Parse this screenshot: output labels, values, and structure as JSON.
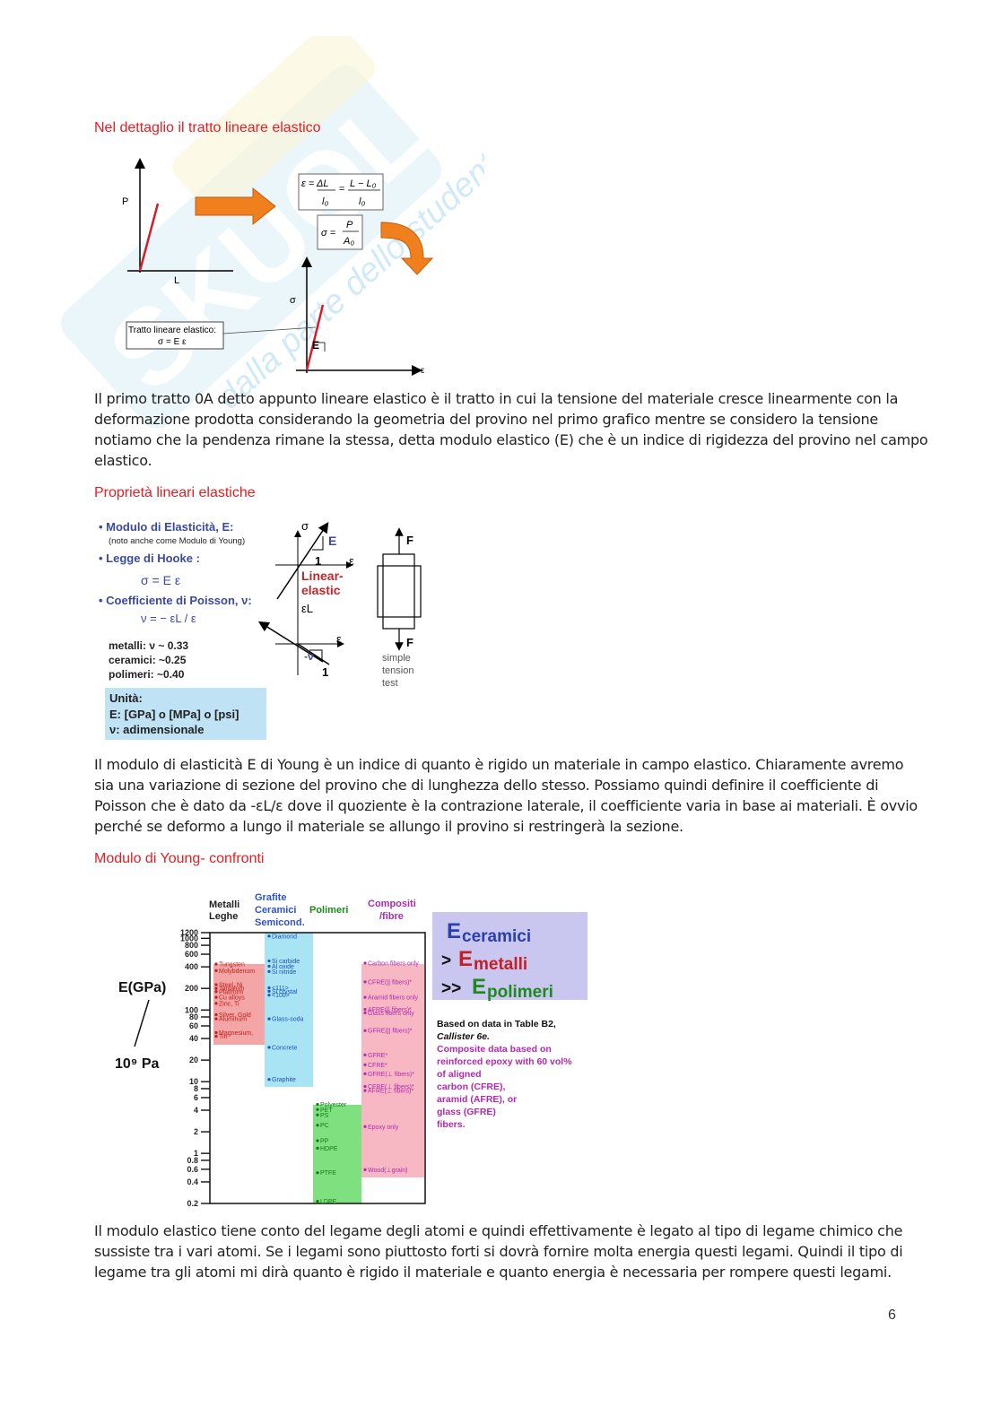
{
  "section1": {
    "heading": "Nel dettaglio il tratto lineare elastico",
    "fig": {
      "p_label": "P",
      "l_label": "L",
      "sigma_label": "σ",
      "eps_label": "ε",
      "e_label": "E",
      "box_line1": "Tratto lineare elastico:",
      "box_line2": "σ = E ε",
      "formula_eps": "ε = ΔL/l₀ = (L − L₀)/l₀",
      "formula_sigma": "σ = P/A₀"
    },
    "paragraph": [
      "Il primo tratto 0A detto appunto lineare elastico è il tratto in cui la tensione del materiale cresce linearmente con la",
      "deformazione prodotta considerando la geometria del provino nel primo grafico mentre se considero la tensione",
      "notiamo che la pendenza rimane la stessa, detta modulo elastico (E) che è un indice di rigidezza del provino nel campo",
      "elastico."
    ]
  },
  "section2": {
    "heading": "Proprietà lineari elastiche",
    "fig": {
      "mod_title": "• Modulo di Elasticità, E:",
      "mod_sub": "(noto anche come Modulo di Young)",
      "hooke": "• Legge di Hooke :",
      "hooke_eq": "σ = E ε",
      "poisson": "• Coefficiente di Poisson, ν:",
      "poisson_eq": "ν = − εL / ε",
      "metalli": "metalli:  ν ~ 0.33",
      "ceramici": "ceramici: ~0.25",
      "polimeri": "polimeri: ~0.40",
      "units_title": "Unità:",
      "units_e": "E:  [GPa] o [MPa] o [psi]",
      "units_nu": "ν:  adimensionale",
      "linear": "Linear-",
      "elastic": "elastic",
      "e_letter": "E",
      "one": "1",
      "eps_l": "εL",
      "minus_nu": "-ν",
      "f_label": "F",
      "test1": "simple",
      "test2": "tension",
      "test3": "test"
    },
    "paragraph": [
      "Il modulo di elasticità E di Young è un indice di quanto è rigido un materiale in campo elastico. Chiaramente avremo",
      "sia una variazione di sezione del provino che di lunghezza dello stesso. Possiamo quindi definire il coefficiente di",
      "Poisson che è dato da -εL/ε dove il quoziente è la contrazione laterale, il coefficiente varia in base ai materiali. È ovvio",
      "perché se deformo a lungo il materiale se allungo il provino si restringerà la sezione."
    ]
  },
  "section3": {
    "heading": "Modulo di Young- confronti",
    "chart": {
      "col_metalli": [
        "Metalli",
        "Leghe"
      ],
      "col_ceramici": [
        "Grafite",
        "Ceramici",
        "Semicond."
      ],
      "col_polimeri": "Polimeri",
      "col_compositi": [
        "Compositi",
        "/fibre"
      ],
      "y_label": "E(GPa)",
      "y_unit": "10⁹ Pa",
      "ticks": [
        "1200",
        "1000",
        "800",
        "600",
        "400",
        "200",
        "100",
        "80",
        "60",
        "40",
        "20",
        "10",
        "8",
        "6",
        "4",
        "2",
        "1",
        "0.8",
        "0.6",
        "0.4",
        "0.2"
      ],
      "metals": [
        "Tungsten",
        "Molybdenum",
        "Steel, Ni",
        "Tantalum",
        "Platinum",
        "Cu alloys",
        "Zinc, Ti",
        "Silver, Gold",
        "Aluminum",
        "Magnesium,",
        "Tin"
      ],
      "ceramics": [
        "Diamond",
        "Si carbide",
        "Al oxide",
        "Si nitride",
        "<111>",
        "Si crystal",
        "<100>",
        "Glass-soda",
        "Concrete",
        "Graphite"
      ],
      "polymers": [
        "Polyester",
        "PET",
        "PS",
        "PC",
        "PP",
        "HDPE",
        "PTFE",
        "LDPE"
      ],
      "composites": [
        "Carbon fibers only",
        "CFRE(|| fibers)*",
        "Aramid fibers only",
        "AFRE(|| fibers)*",
        "Glass fibers only",
        "GFRE(|| fibers)*",
        "GFRE*",
        "CFRE*",
        "GFRE(⊥ fibers)*",
        "CFRE(⊥ fibers)*",
        "AFRE(⊥ fibers)*",
        "Epoxy only",
        "Wood(⊥grain)"
      ],
      "compare": {
        "e": "E",
        "ceramici": "ceramici",
        "gt": ">",
        "metalli": "metalli",
        "gtgt": ">>",
        "polimeri": "polimeri"
      },
      "note": [
        "Based on data in Table B2,",
        "Callister 6e.",
        "Composite data based on",
        "reinforced epoxy with 60 vol%",
        "of aligned",
        "carbon (CFRE),",
        "aramid (AFRE), or",
        "glass (GFRE)",
        "fibers."
      ],
      "colors": {
        "metals": "#f4a6a6",
        "ceramics": "#a9e4f5",
        "polymers": "#7ee07e",
        "composites": "#f7b8c4",
        "compare_bg": "#c9c6f0"
      }
    },
    "paragraph": [
      "Il modulo elastico tiene conto del legame degli atomi e quindi effettivamente è legato al tipo di legame chimico che",
      "sussiste tra i vari atomi. Se i legami sono piuttosto forti si dovrà fornire molta energia questi legami. Quindi il tipo di",
      "legame tra gli atomi mi dirà quanto è rigido il materiale e quanto energia è necessaria per rompere questi legami."
    ]
  },
  "page_number": "6",
  "watermark": {
    "brand": "SKUOLA.net",
    "tagline": "dalla parte dello studente"
  }
}
